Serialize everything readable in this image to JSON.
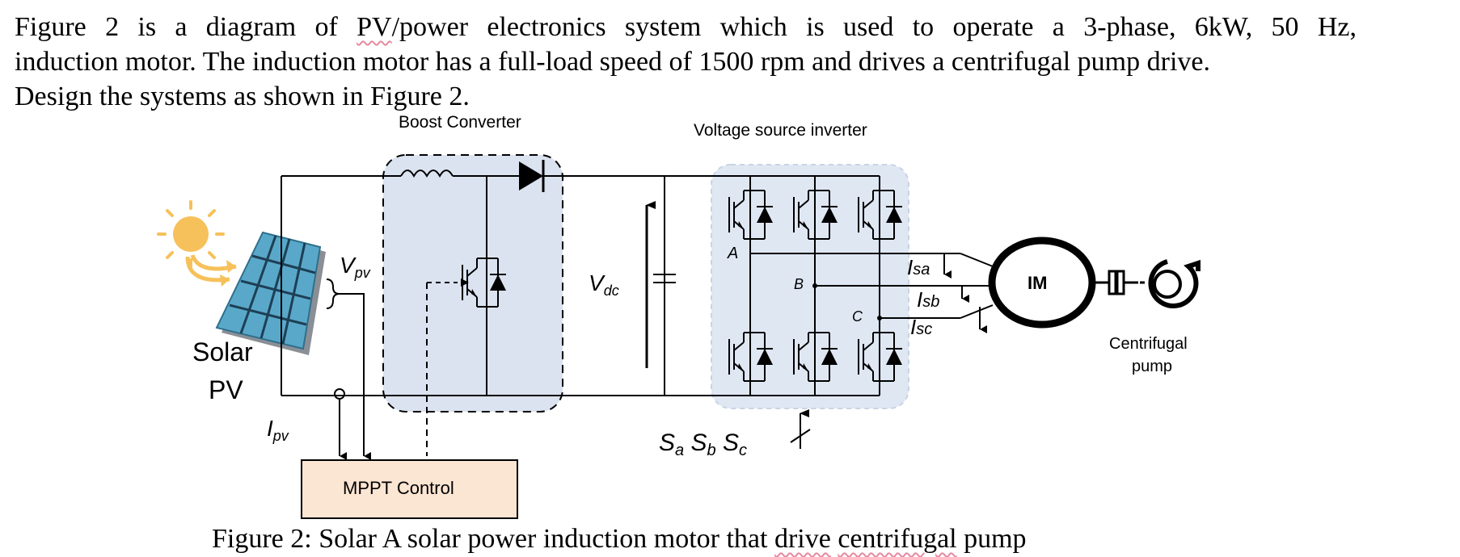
{
  "problem": {
    "line1_before": "Figure 2 is a diagram of ",
    "line1_pv": "PV",
    "line1_after": "/power electronics system which is used to operate a 3-phase, 6kW, 50 Hz,",
    "line2": "induction motor. The induction motor has a full-load speed of 1500 rpm and drives a centrifugal pump drive.",
    "line3": "Design the systems as shown in Figure 2."
  },
  "diagram": {
    "boost_converter": "Boost Converter",
    "vsi": "Voltage source inverter",
    "solar_line1": "Solar",
    "solar_line2": "PV",
    "vpv_main": "V",
    "vpv_sub": "pv",
    "ipv_main": "I",
    "ipv_sub": "pv",
    "vdc_main": "V",
    "vdc_sub": "dc",
    "node_a": "A",
    "node_b": "B",
    "node_c": "C",
    "isa_main": "I",
    "isa_sub": "sa",
    "isb_main": "I",
    "isb_sub": "sb",
    "isc_main": "I",
    "isc_sub": "sc",
    "motor": "IM",
    "pump_line1": "Centrifugal",
    "pump_line2": "pump",
    "switch_s": "S",
    "switch_a": "a",
    "switch_b": "b",
    "switch_c": "c",
    "mppt": "MPPT Control"
  },
  "caption": {
    "prefix": "Figure 2:  Solar A solar power induction motor that ",
    "drive": "drive",
    "space": " ",
    "centrifugal": "centrifugal",
    "suffix": " pump"
  },
  "colors": {
    "boost_fill": "#dbe3f0",
    "vsi_fill": "#dfe7f3",
    "mppt_fill": "#fbe5d3",
    "panel": "#5aa8c9",
    "sun": "#f6c15a",
    "underline": "#e58aa0"
  }
}
